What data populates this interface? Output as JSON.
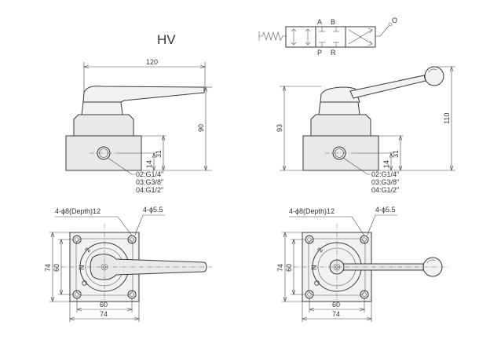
{
  "title": "HV",
  "symbol": {
    "port_a": "A",
    "port_b": "B",
    "port_p": "P",
    "port_r": "R",
    "port_o": "O"
  },
  "front_left": {
    "dim_width": "120",
    "dim_height": "90",
    "dim_mid": "31",
    "dim_low": "14",
    "ports": [
      "02:G1/4\"",
      "03:G3/8\"",
      "04:G1/2\""
    ]
  },
  "front_right": {
    "dim_left_height": "93",
    "dim_right_height": "110",
    "dim_mid": "31",
    "dim_low": "14",
    "ports": [
      "02:G1/4\"",
      "03:G3/8\"",
      "04:G1/2\""
    ]
  },
  "top_left": {
    "hole_callout": "4-ϕ8(Depth)12",
    "bolt_callout": "4-ϕ5.5",
    "dim_outer_v": "74",
    "dim_inner_v": "60",
    "dim_inner_h": "60",
    "dim_outer_h": "74",
    "dial_labels": [
      "2",
      "N",
      "O"
    ]
  },
  "top_right": {
    "hole_callout": "4-ϕ8(Depth)12",
    "bolt_callout": "4-ϕ5.5",
    "dim_outer_v": "74",
    "dim_inner_v": "60",
    "dim_inner_h": "60",
    "dim_outer_h": "74",
    "dial_labels": [
      "2",
      "N",
      "O"
    ]
  }
}
